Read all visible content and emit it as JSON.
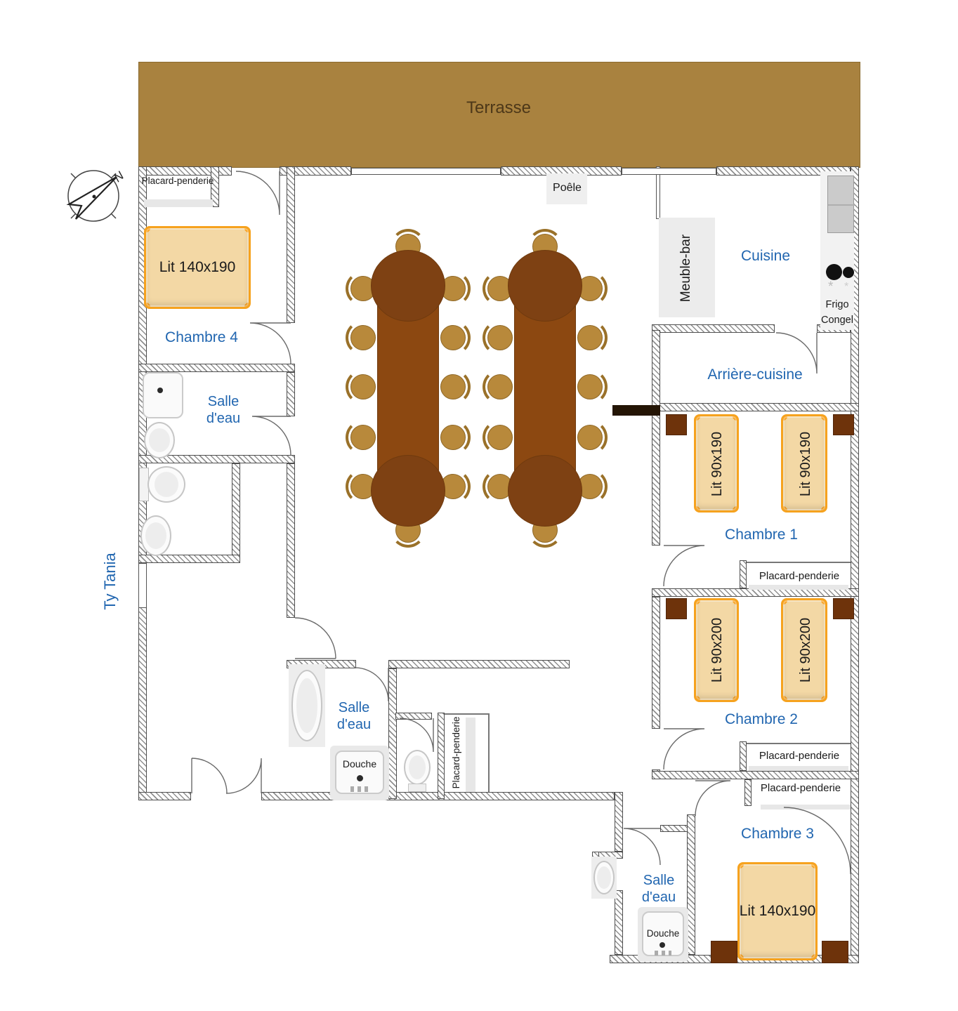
{
  "site": {
    "name": "Ty Tania"
  },
  "terrace": {
    "label": "Terrasse"
  },
  "living": {
    "stove_label": "Poêle"
  },
  "kitchen": {
    "label": "Cuisine",
    "bar_label": "Meuble-bar",
    "fridge_label": "Frigo Congel"
  },
  "back_kitchen": {
    "label": "Arrière-cuisine"
  },
  "bedroom1": {
    "label": "Chambre 1",
    "bed_left": "Lit 90x190",
    "bed_right": "Lit 90x190",
    "closet_label": "Placard-penderie"
  },
  "bedroom2": {
    "label": "Chambre 2",
    "bed_left": "Lit 90x200",
    "bed_right": "Lit 90x200",
    "closet_label": "Placard-penderie"
  },
  "bedroom3": {
    "label": "Chambre 3",
    "bed": "Lit 140x190",
    "closet_label": "Placard-penderie"
  },
  "bedroom4": {
    "label": "Chambre 4",
    "bed": "Lit 140x190",
    "closet_label": "Placard-penderie"
  },
  "bath_left": {
    "label": "Salle d'eau"
  },
  "bath_mid": {
    "label": "Salle d'eau",
    "shower_label": "Douche",
    "closet_label": "Placard-penderie"
  },
  "bath_right": {
    "label": "Salle d'eau",
    "shower_label": "Douche"
  },
  "compass": {
    "north_label": "N"
  },
  "colors": {
    "terrace": "#A9823F",
    "accent_blue": "#2166B0",
    "bed_border": "#F6A21E",
    "bed_fill": "#F3D8A5",
    "table_brown": "#8C4811",
    "chair_tan": "#B8893B",
    "nightstand_brown": "#6E330B"
  }
}
